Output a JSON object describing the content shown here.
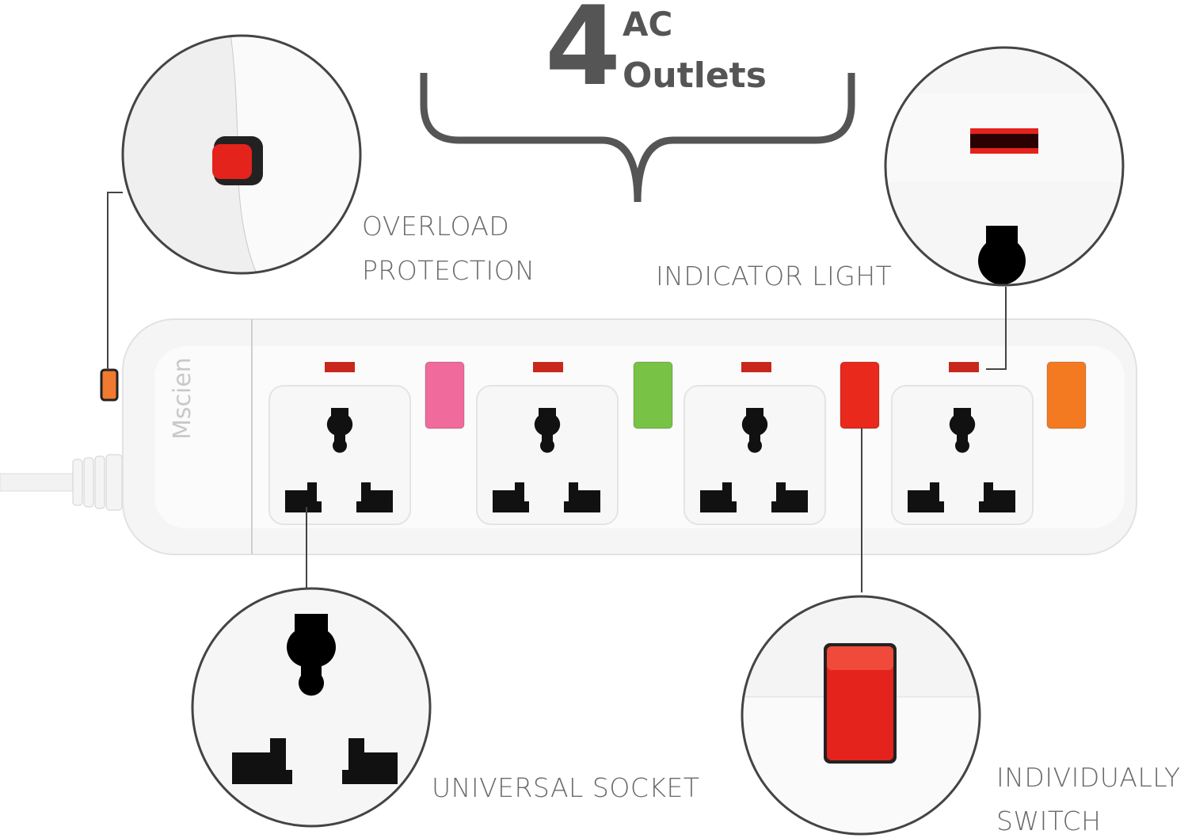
{
  "headline": {
    "number": "4",
    "line1": "AC",
    "line2": "Outlets"
  },
  "brand": "Mscien",
  "callouts": {
    "overload": [
      "OVERLOAD",
      "PROTECTION"
    ],
    "indicator": "INDICATOR LIGHT",
    "socket": "UNIVERSAL SOCKET",
    "switch": [
      "INDIVIDUALLY",
      "SWITCH"
    ]
  },
  "outlets": [
    {
      "switch_color": "#f06a9c"
    },
    {
      "switch_color": "#78c245"
    },
    {
      "switch_color": "#e8291c"
    },
    {
      "switch_color": "#f47a22"
    }
  ],
  "colors": {
    "indicator": "#c8281c",
    "text": "#6a6a6a",
    "line": "#555555"
  }
}
